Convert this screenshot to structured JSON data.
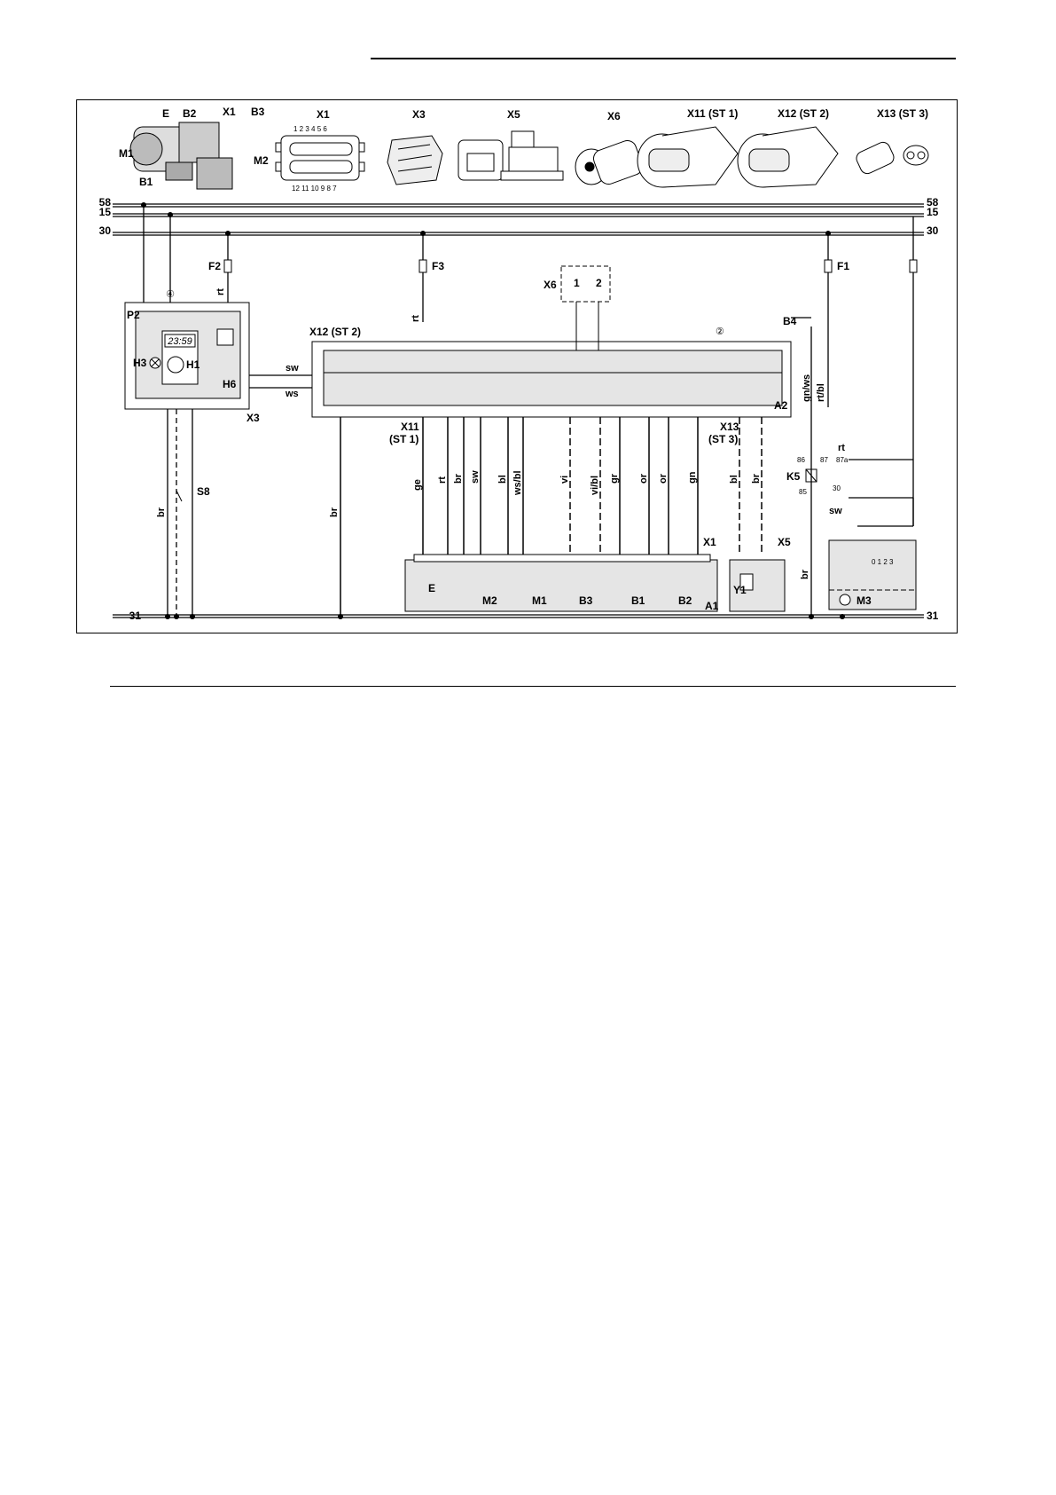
{
  "bus_labels": {
    "b58": "58",
    "b15": "15",
    "b30": "30",
    "b31": "31"
  },
  "connectors_header": {
    "x1": "X1",
    "x3": "X3",
    "x5": "X5",
    "x6": "X6",
    "x11": "X11  (ST 1)",
    "x12": "X12  (ST 2)",
    "x13": "X13  (ST 3)"
  },
  "heater_photo_labels": {
    "e": "E",
    "b2": "B2",
    "x1": "X1",
    "b3": "B3",
    "m1": "M1",
    "m2": "M2",
    "b1": "B1"
  },
  "x1_pins_top": "1  2  3  4  5  6",
  "x1_pins_bottom": "12  11  10  9  8  7",
  "fuses": {
    "f1": "F1",
    "f2": "F2",
    "f3": "F3"
  },
  "p2": {
    "label": "P2",
    "display": "23:59",
    "h1": "H1",
    "h3": "H3",
    "h6": "H6",
    "x3": "X3",
    "note": "④",
    "note2": "②"
  },
  "controller": {
    "x12": "X12  (ST 2)",
    "a2": "A2",
    "x11": "X11",
    "st1": "(ST 1)",
    "x13": "X13",
    "st3": "(ST 3)"
  },
  "x6_label": "X6",
  "x6_pins": [
    "1",
    "2"
  ],
  "wires": {
    "rt": "rt",
    "sw": "sw",
    "ws": "ws",
    "br": "br",
    "ge": "ge",
    "bl": "bl",
    "ws_bl": "ws/bl",
    "vi": "vi",
    "vi_bl": "vi/bl",
    "gr": "gr",
    "or": "or",
    "gn": "gn",
    "gn_ws": "gn/ws",
    "rt_bl": "rt/bl"
  },
  "relay": {
    "k5": "K5",
    "b4": "B4",
    "p86": "86",
    "p87": "87",
    "p87a": "87a",
    "p85": "85",
    "p30": "30"
  },
  "switch_s8": "S8",
  "heater_unit": {
    "a1": "A1",
    "x1": "X1",
    "e": "E",
    "m2": "M2",
    "m1": "M1",
    "b3": "B3",
    "b1": "B1",
    "b2": "B2"
  },
  "valve_unit": {
    "x5": "X5",
    "y1": "Y1"
  },
  "blower": {
    "m3": "M3",
    "positions": "0  1  2  3"
  }
}
